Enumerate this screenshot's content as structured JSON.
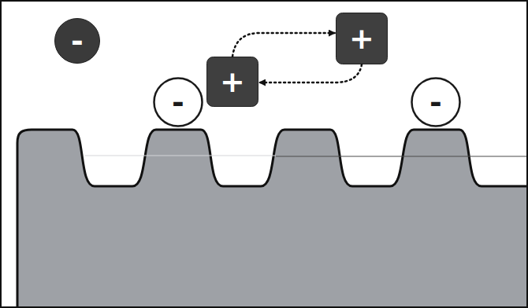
{
  "diagram": {
    "nodes": [
      {
        "text": [
          "-"
        ]
      },
      {
        "text": [
          "-"
        ]
      },
      {
        "text": [
          "+"
        ]
      },
      {
        "text": [
          "+"
        ]
      },
      {
        "text": [
          "-"
        ]
      }
    ],
    "edges": [
      {
        "from": 2,
        "to": 3,
        "arrow": "to"
      },
      {
        "from": 3,
        "to": 2,
        "arrow": "to"
      }
    ]
  }
}
